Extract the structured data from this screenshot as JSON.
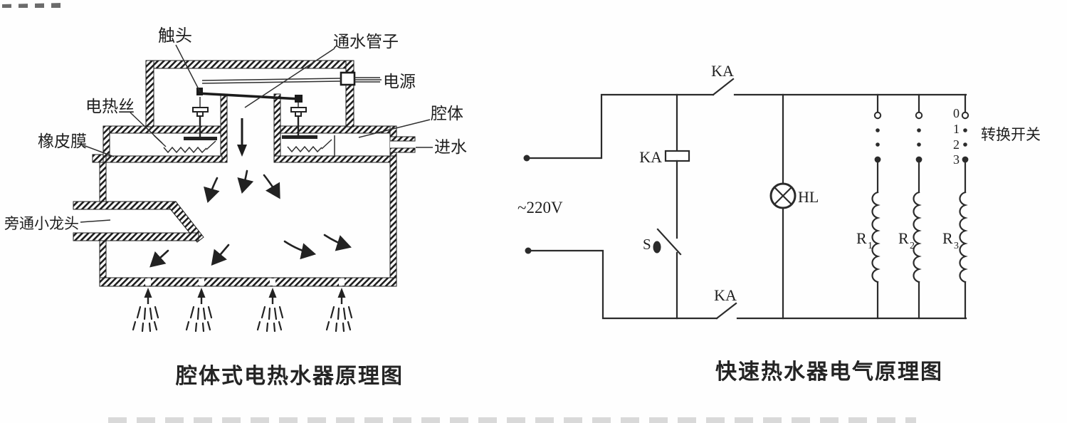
{
  "figure": {
    "left": {
      "caption": "腔体式电热水器原理图",
      "labels": {
        "contact": "触头",
        "water_pipe": "通水管子",
        "power": "电源",
        "heating_wire": "电热丝",
        "cavity": "腔体",
        "rubber_membrane": "橡皮膜",
        "water_inlet": "进水",
        "bypass_faucet": "旁通小龙头"
      }
    },
    "right": {
      "caption": "快速热水器电气原理图",
      "labels": {
        "voltage": "~220V",
        "relay_contact_top": "KA",
        "relay_coil": "KA",
        "relay_contact_bottom": "KA",
        "switch": "S",
        "lamp": "HL",
        "selector_switch": "转换开关"
      },
      "selector_positions": [
        "0",
        "1",
        "2",
        "3"
      ],
      "resistors": [
        {
          "base": "R",
          "sub": "1"
        },
        {
          "base": "R",
          "sub": "2"
        },
        {
          "base": "R",
          "sub": "3"
        }
      ]
    }
  }
}
